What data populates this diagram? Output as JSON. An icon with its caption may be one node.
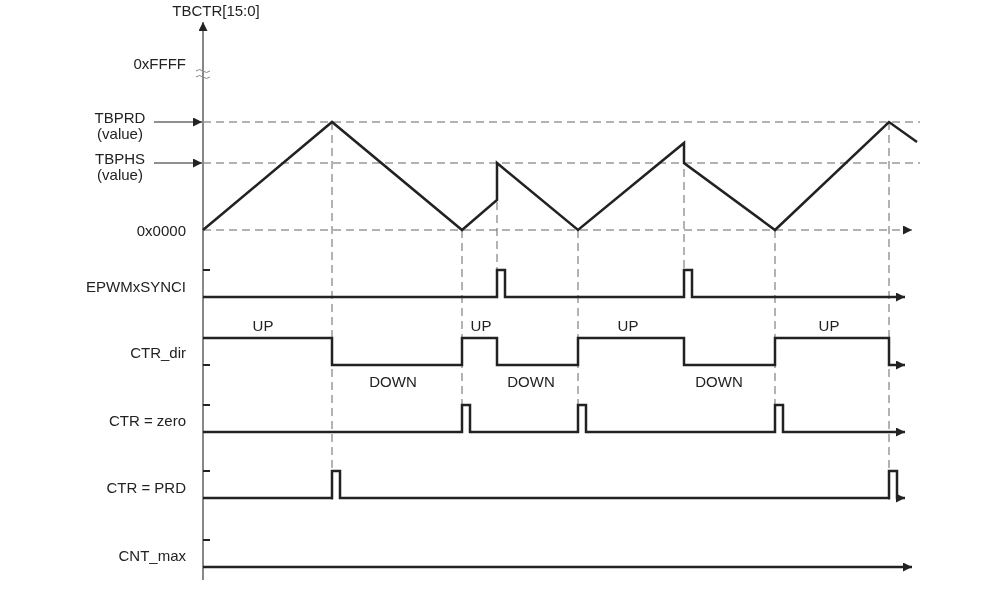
{
  "diagram": {
    "nodes": [
      {
        "text": [
          "TBPRD (value)"
        ]
      },
      {
        "text": [
          "TBPHS (value)"
        ]
      },
      {
        "text": [],
        "shape": "line"
      }
    ],
    "edges": [
      {
        "from": 0,
        "to": 2,
        "arrow": "to"
      },
      {
        "from": 1,
        "to": 2,
        "arrow": "to"
      }
    ],
    "labels": [
      "TBCTR[15:0]",
      "0xFFFF",
      "0x0000",
      "EPWMxSYNCI",
      "UP",
      "UP",
      "UP",
      "UP",
      "CTR_dir",
      "DOWN",
      "DOWN",
      "DOWN",
      "CTR = zero",
      "CTR = PRD",
      "CNT_max"
    ]
  }
}
